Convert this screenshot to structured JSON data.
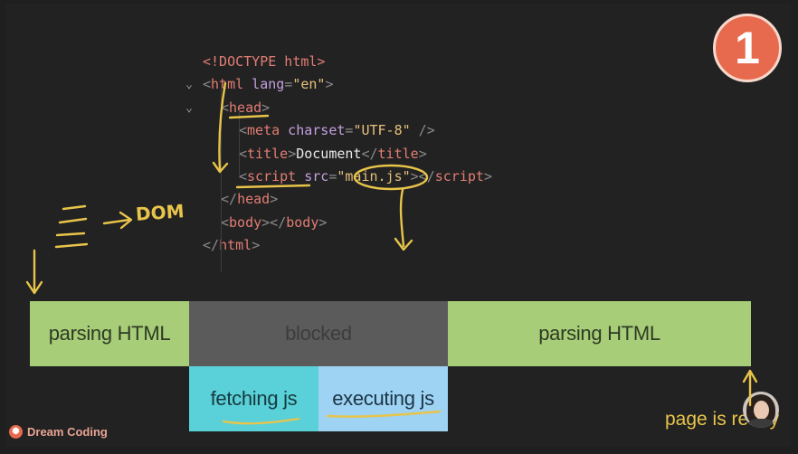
{
  "code_lines": [
    {
      "tokens": [
        [
          "tag",
          "<!DOCTYPE html>"
        ]
      ]
    },
    {
      "tokens": [
        [
          "punct",
          "<"
        ],
        [
          "tag",
          "html"
        ],
        [
          "attr",
          " lang"
        ],
        [
          "punct",
          "="
        ],
        [
          "str",
          "\"en\""
        ],
        [
          "punct",
          ">"
        ]
      ]
    },
    {
      "tokens": [
        [
          "punct",
          "<"
        ],
        [
          "tag",
          "head"
        ],
        [
          "punct",
          ">"
        ]
      ]
    },
    {
      "tokens": [
        [
          "punct",
          "<"
        ],
        [
          "tag",
          "meta"
        ],
        [
          "attr",
          " charset"
        ],
        [
          "punct",
          "="
        ],
        [
          "str",
          "\"UTF-8\""
        ],
        [
          "punct",
          " />"
        ]
      ]
    },
    {
      "tokens": [
        [
          "punct",
          "<"
        ],
        [
          "tag",
          "title"
        ],
        [
          "punct",
          ">"
        ],
        [
          "text",
          "Document"
        ],
        [
          "punct",
          "</"
        ],
        [
          "tag",
          "title"
        ],
        [
          "punct",
          ">"
        ]
      ]
    },
    {
      "tokens": [
        [
          "punct",
          "<"
        ],
        [
          "tag",
          "script"
        ],
        [
          "attr",
          " src"
        ],
        [
          "punct",
          "="
        ],
        [
          "str",
          "\"main.js\""
        ],
        [
          "punct",
          "></"
        ],
        [
          "tag",
          "script"
        ],
        [
          "punct",
          ">"
        ]
      ]
    },
    {
      "tokens": [
        [
          "punct",
          "</"
        ],
        [
          "tag",
          "head"
        ],
        [
          "punct",
          ">"
        ]
      ]
    },
    {
      "tokens": [
        [
          "punct",
          "<"
        ],
        [
          "tag",
          "body"
        ],
        [
          "punct",
          "></"
        ],
        [
          "tag",
          "body"
        ],
        [
          "punct",
          ">"
        ]
      ]
    },
    {
      "tokens": [
        [
          "punct",
          "</"
        ],
        [
          "tag",
          "html"
        ],
        [
          "punct",
          ">"
        ]
      ]
    }
  ],
  "badge": "1",
  "annotations": {
    "dom": "DOM",
    "page_ready": "page is ready"
  },
  "timeline": {
    "parsing_html_1": "parsing HTML",
    "blocked": "blocked",
    "parsing_html_2": "parsing HTML",
    "fetching_js": "fetching js",
    "executing_js": "executing js"
  },
  "brand": {
    "name": "Dream Coding"
  },
  "colors": {
    "parsing": "#a7cd78",
    "blocked": "#5b5b5b",
    "fetching": "#5ad0d8",
    "executing": "#9ed3f3",
    "accent": "#e86a4e",
    "annotation": "#e8c44a"
  }
}
